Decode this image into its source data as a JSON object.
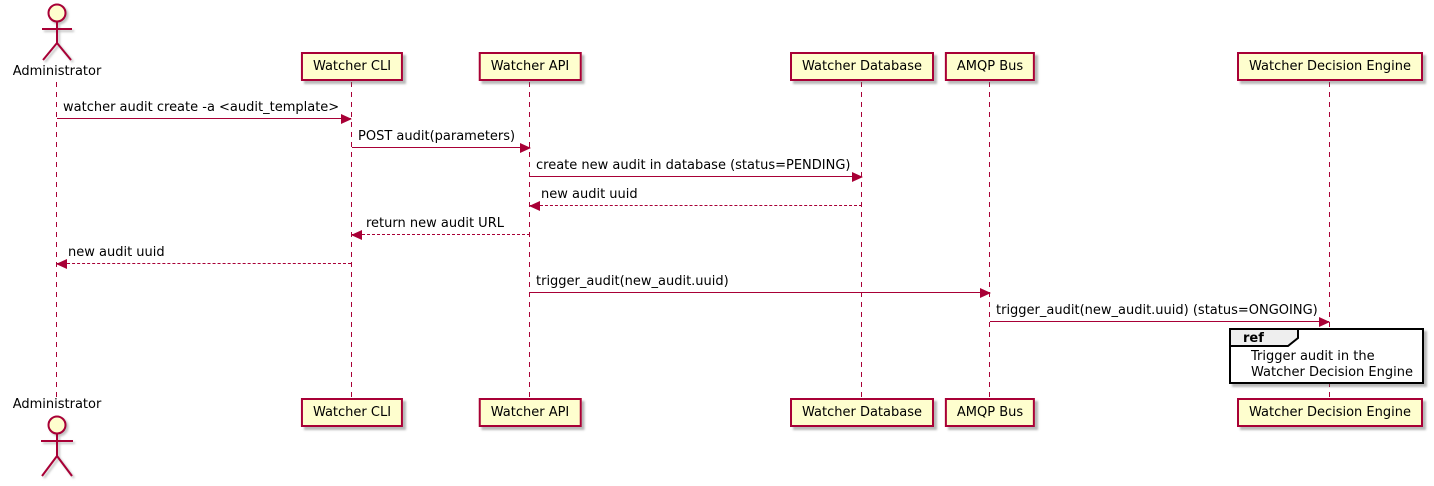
{
  "diagram_type": "uml-sequence-diagram",
  "actor": {
    "name": "Administrator"
  },
  "participants": [
    {
      "name": "Watcher CLI"
    },
    {
      "name": "Watcher API"
    },
    {
      "name": "Watcher Database"
    },
    {
      "name": "AMQP Bus"
    },
    {
      "name": "Watcher Decision Engine"
    }
  ],
  "messages": [
    {
      "from": "Administrator",
      "to": "Watcher CLI",
      "label": "watcher audit create -a <audit_template>",
      "style": "solid",
      "direction": "right"
    },
    {
      "from": "Watcher CLI",
      "to": "Watcher API",
      "label": "POST audit(parameters)",
      "style": "solid",
      "direction": "right"
    },
    {
      "from": "Watcher API",
      "to": "Watcher Database",
      "label": "create new audit in database (status=PENDING)",
      "style": "solid",
      "direction": "right"
    },
    {
      "from": "Watcher Database",
      "to": "Watcher API",
      "label": "new audit uuid",
      "style": "dashed",
      "direction": "left"
    },
    {
      "from": "Watcher API",
      "to": "Watcher CLI",
      "label": "return new audit URL",
      "style": "dashed",
      "direction": "left"
    },
    {
      "from": "Watcher CLI",
      "to": "Administrator",
      "label": "new audit uuid",
      "style": "dashed",
      "direction": "left"
    },
    {
      "from": "Watcher API",
      "to": "AMQP Bus",
      "label": "trigger_audit(new_audit.uuid)",
      "style": "solid",
      "direction": "right"
    },
    {
      "from": "AMQP Bus",
      "to": "Watcher Decision Engine",
      "label": "trigger_audit(new_audit.uuid) (status=ONGOING)",
      "style": "solid",
      "direction": "right"
    }
  ],
  "ref_fragment": {
    "keyword": "ref",
    "over": "Watcher Decision Engine",
    "lines": [
      "Trigger audit in the",
      "Watcher Decision Engine"
    ]
  },
  "colors": {
    "accent": "#A80036",
    "participant_fill": "#FEFECE",
    "ref_header_fill": "#EEEEEE",
    "text": "#000000",
    "background": "#FFFFFF"
  }
}
